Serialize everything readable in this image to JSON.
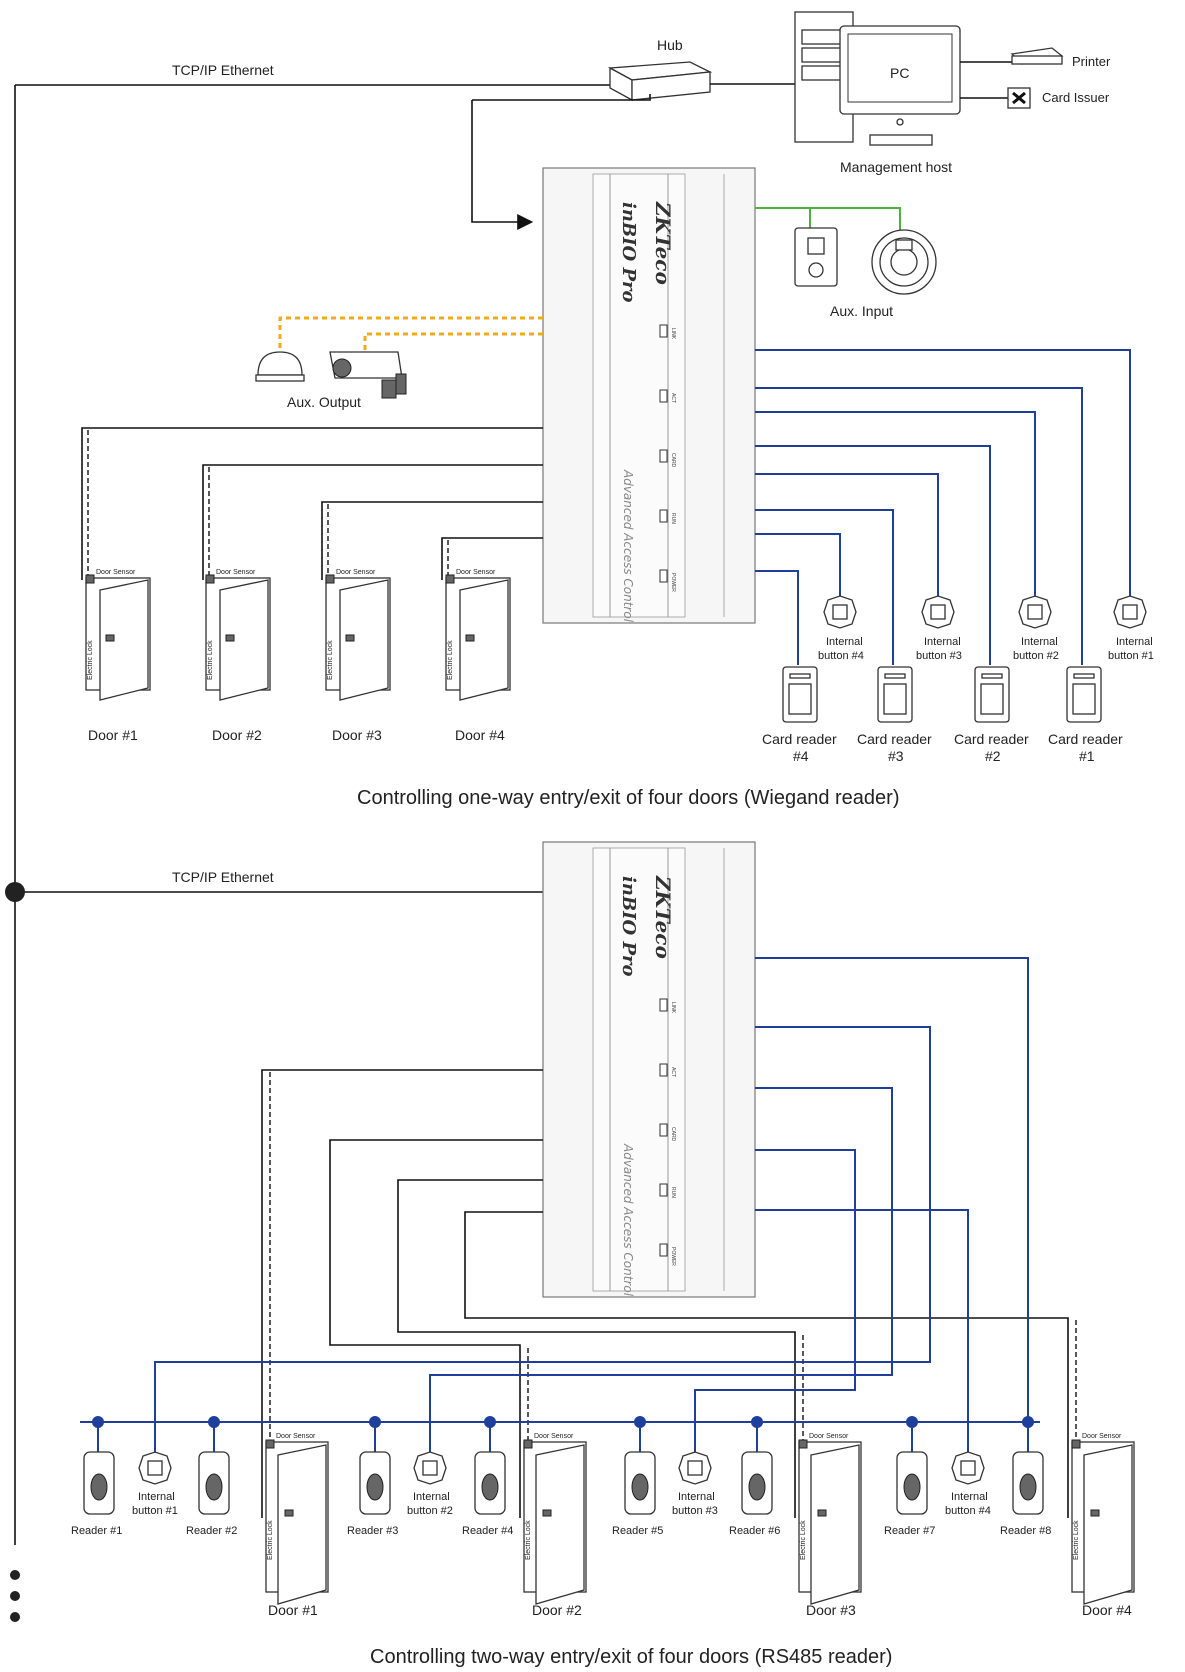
{
  "top": {
    "ethernet_label": "TCP/IP Ethernet",
    "hub_label": "Hub",
    "pc_label": "PC",
    "printer_label": "Printer",
    "card_issuer_label": "Card Issuer",
    "management_host_label": "Management host",
    "aux_input_label": "Aux. Input",
    "aux_output_label": "Aux. Output",
    "door_sensor_label": "Door Sensor",
    "electric_lock_label": "Electric Lock",
    "doors": [
      "Door #1",
      "Door #2",
      "Door #3",
      "Door #4"
    ],
    "buttons": [
      {
        "line1": "Internal",
        "line2": "button #4"
      },
      {
        "line1": "Internal",
        "line2": "button #3"
      },
      {
        "line1": "Internal",
        "line2": "button #2"
      },
      {
        "line1": "Internal",
        "line2": "button #1"
      }
    ],
    "card_readers": [
      {
        "line1": "Card reader",
        "line2": "#4"
      },
      {
        "line1": "Card reader",
        "line2": "#3"
      },
      {
        "line1": "Card reader",
        "line2": "#2"
      },
      {
        "line1": "Card reader",
        "line2": "#1"
      }
    ],
    "caption": "Controlling one-way entry/exit of four doors (Wiegand reader)"
  },
  "bottom": {
    "ethernet_label": "TCP/IP Ethernet",
    "door_sensor_label": "Door Sensor",
    "electric_lock_label": "Electric Lock",
    "readers": [
      "Reader #1",
      "Reader #2",
      "Reader #3",
      "Reader #4",
      "Reader #5",
      "Reader #6",
      "Reader #7",
      "Reader #8"
    ],
    "buttons": [
      {
        "line1": "Internal",
        "line2": "button #1"
      },
      {
        "line1": "Internal",
        "line2": "button #2"
      },
      {
        "line1": "Internal",
        "line2": "button #3"
      },
      {
        "line1": "Internal",
        "line2": "button #4"
      }
    ],
    "doors": [
      "Door #1",
      "Door #2",
      "Door #3",
      "Door #4"
    ],
    "caption": "Controlling two-way entry/exit of four doors (RS485 reader)"
  },
  "panel": {
    "brand": "ZKTeco",
    "product": "inBIO Pro",
    "subtitle": "Advanced Access Control",
    "leds": [
      "LINK",
      "ACT",
      "CARD",
      "RUN",
      "POWER"
    ]
  },
  "colors": {
    "wiegand_rs485": "#1e3f9c",
    "aux_input": "#49b33b",
    "aux_output": "#f4a81c",
    "lock_wiring": "#111111"
  }
}
